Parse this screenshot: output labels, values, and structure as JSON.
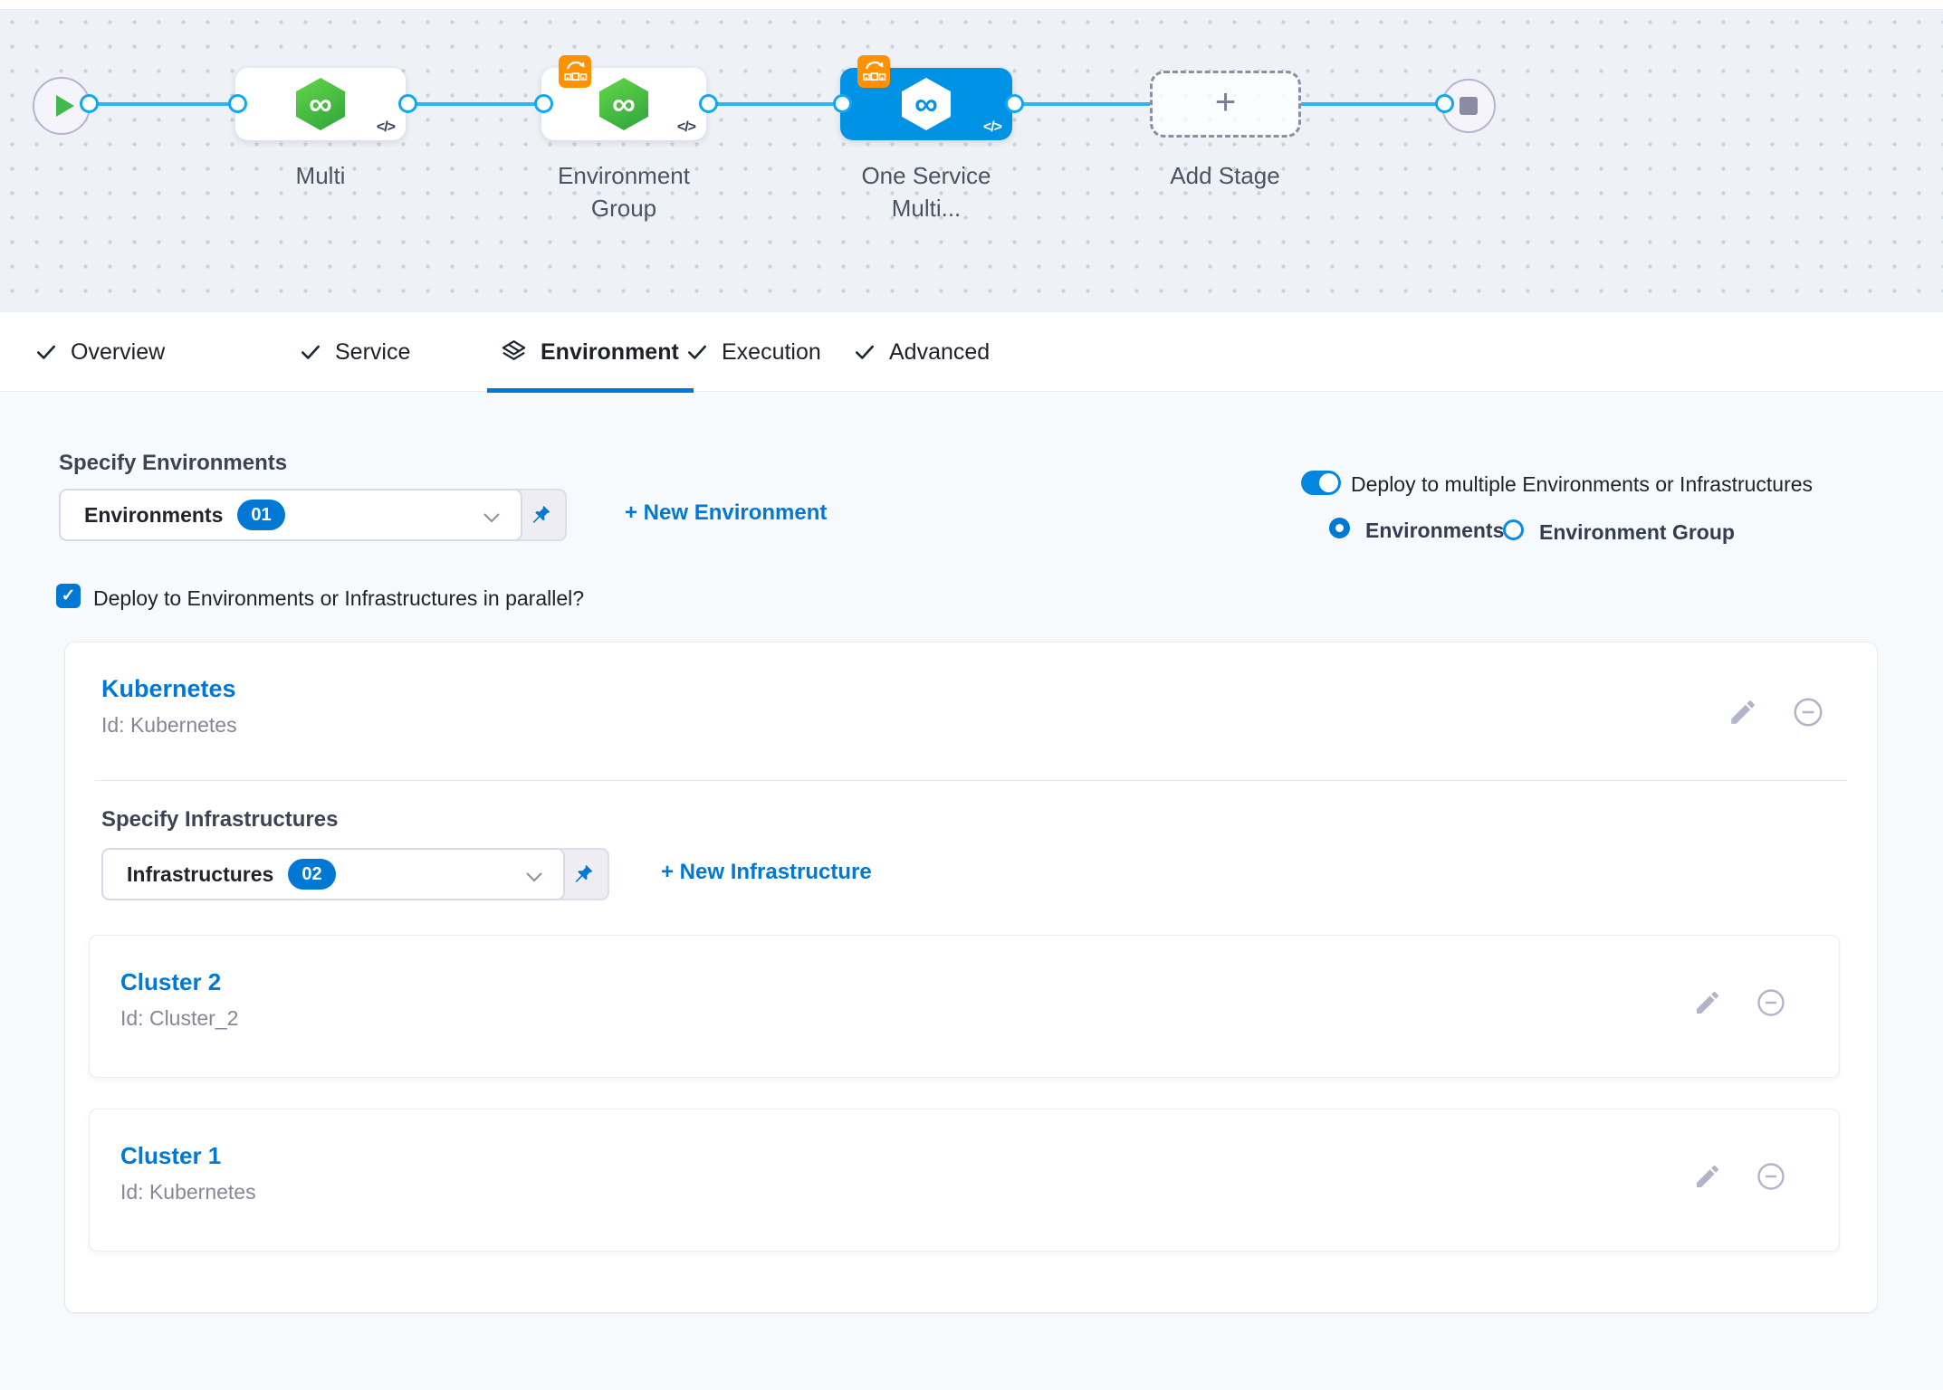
{
  "colors": {
    "accent_blue": "#0278d5",
    "node_selected_blue": "#0092e4",
    "connector_blue": "#2cb5f3",
    "service_green": "#42b94e",
    "strategy_orange": "#ff9102",
    "muted_icon_gray": "#b2b4c9"
  },
  "pipeline": {
    "infinity_glyph": "∞",
    "code_glyph": "</>",
    "nodes": [
      {
        "label": "Multi"
      },
      {
        "label": "Environment Group"
      },
      {
        "label": "One Service Multi...",
        "selected": true
      },
      {
        "label": "Add Stage",
        "plus_glyph": "+"
      }
    ]
  },
  "tabs": [
    {
      "label": "Overview",
      "state": "complete"
    },
    {
      "label": "Service",
      "state": "complete"
    },
    {
      "label": "Environment",
      "state": "active"
    },
    {
      "label": "Execution",
      "state": "complete"
    },
    {
      "label": "Advanced",
      "state": "complete"
    }
  ],
  "environment_section": {
    "title": "Specify Environments",
    "dropdown": {
      "value": "Environments",
      "count_badge": "01"
    },
    "new_environment_link": "+ New Environment",
    "toggle_label": "Deploy to multiple Environments or Infrastructures",
    "radios": [
      {
        "label": "Environments",
        "selected": true
      },
      {
        "label": "Environment Group",
        "selected": false
      }
    ],
    "parallel_checkbox": {
      "label": "Deploy to Environments or Infrastructures in parallel?",
      "checked": true,
      "check_glyph": "✓"
    }
  },
  "environment_card": {
    "name": "Kubernetes",
    "id_text": "Id: Kubernetes",
    "infrastructure_section": {
      "title": "Specify Infrastructures",
      "dropdown": {
        "value": "Infrastructures",
        "count_badge": "02"
      },
      "new_infrastructure_link": "+ New Infrastructure",
      "clusters": [
        {
          "name": "Cluster 2",
          "id_text": "Id: Cluster_2"
        },
        {
          "name": "Cluster 1",
          "id_text": "Id: Kubernetes"
        }
      ]
    }
  }
}
